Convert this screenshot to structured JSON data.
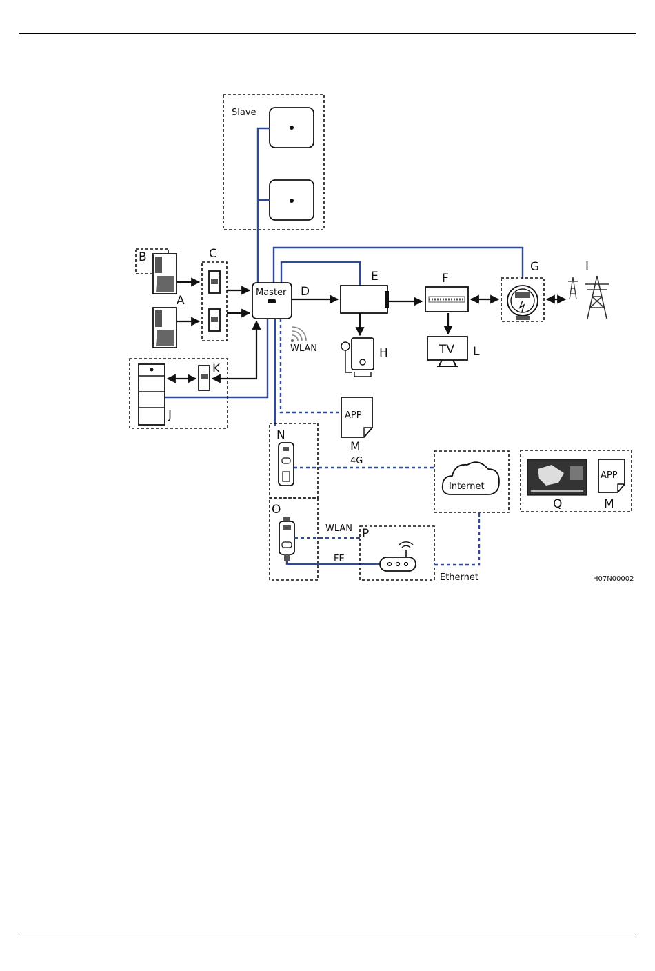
{
  "labels": {
    "slave": "Slave",
    "master": "Master",
    "a": "A",
    "b": "B",
    "c": "C",
    "d": "D",
    "e": "E",
    "f": "F",
    "g": "G",
    "h": "H",
    "i": "I",
    "j": "J",
    "k": "K",
    "l": "L",
    "m": "M",
    "m2": "M",
    "n": "N",
    "o": "O",
    "p": "P",
    "q": "Q",
    "wlan_master": "WLAN",
    "app": "APP",
    "app2": "APP",
    "tv": "TV",
    "g4": "4G",
    "internet": "Internet",
    "wlan_dongle": "WLAN",
    "fe": "FE",
    "ethernet": "Ethernet",
    "code": "IH07N00002"
  },
  "colors": {
    "accent": "#2e4a99",
    "line": "#111111"
  }
}
